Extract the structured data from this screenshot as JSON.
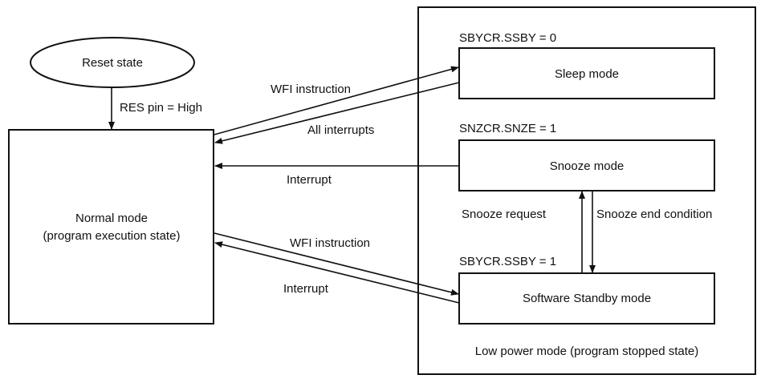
{
  "diagram": {
    "type": "state-transition",
    "nodes": {
      "reset": {
        "label": "Reset state",
        "shape": "ellipse"
      },
      "normal": {
        "label_line1": "Normal mode",
        "label_line2": "(program execution state)"
      },
      "sleep": {
        "label": "Sleep mode",
        "condition": "SBYCR.SSBY = 0"
      },
      "snooze": {
        "label": "Snooze mode",
        "condition": "SNZCR.SNZE = 1"
      },
      "standby": {
        "label": "Software Standby mode",
        "condition": "SBYCR.SSBY = 1"
      },
      "low_power_group": {
        "label": "Low power mode (program stopped state)"
      }
    },
    "edges": {
      "reset_to_normal": {
        "from": "reset",
        "to": "normal",
        "label": "RES pin = High"
      },
      "normal_to_sleep": {
        "from": "normal",
        "to": "sleep",
        "label": "WFI instruction"
      },
      "sleep_to_normal": {
        "from": "sleep",
        "to": "normal",
        "label": "All interrupts"
      },
      "snooze_to_normal": {
        "from": "snooze",
        "to": "normal",
        "label": "Interrupt"
      },
      "standby_to_snooze": {
        "from": "standby",
        "to": "snooze",
        "label": "Snooze request"
      },
      "snooze_to_standby": {
        "from": "snooze",
        "to": "standby",
        "label": "Snooze end condition"
      },
      "normal_to_standby": {
        "from": "normal",
        "to": "standby",
        "label": "WFI instruction"
      },
      "standby_to_normal": {
        "from": "standby",
        "to": "normal",
        "label": "Interrupt"
      }
    },
    "colors": {
      "stroke": "#111111",
      "text": "#111111",
      "background": "#ffffff"
    }
  }
}
